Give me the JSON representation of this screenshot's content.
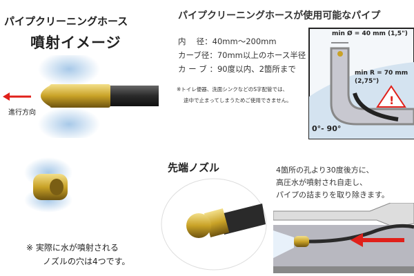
{
  "left_title": {
    "line1": "パイプクリーニングホース",
    "line2": "噴射イメージ"
  },
  "direction_label": "進行方向",
  "right_title": "パイプクリーニングホースが使用可能なパイプ",
  "specs": [
    {
      "label": "内　 径：",
      "value": "40mm〜200mm"
    },
    {
      "label": "カーブ径：",
      "value": "70mm以上のホース半径"
    },
    {
      "label": "カ ー ブ ：",
      "value": "90度以内、2箇所まで"
    }
  ],
  "caution": [
    "※トイレ便器、洗面シンクなどのS字配管では、",
    "途中で止まってしまうためご使用できません。"
  ],
  "diagram": {
    "min_diameter": "min Ø = 40 mm (1,5\")",
    "min_radius": "min R = 70 mm",
    "min_radius_in": "(2,75\")",
    "angle": "0°- 90°"
  },
  "nozzle_title": "先端ノズル",
  "nozzle_desc": [
    "4箇所の孔より30度後方に、",
    "高圧水が噴射され自走し、",
    "パイプの詰まりを取り除きます。"
  ],
  "bottom_note": [
    "※ 実際に水が噴射される",
    "ノズルの穴は4つです。"
  ],
  "colors": {
    "red": "#e0201a",
    "gold": "#c9a227",
    "hose": "#2a2a2a",
    "spray": "#9ec3e6"
  }
}
